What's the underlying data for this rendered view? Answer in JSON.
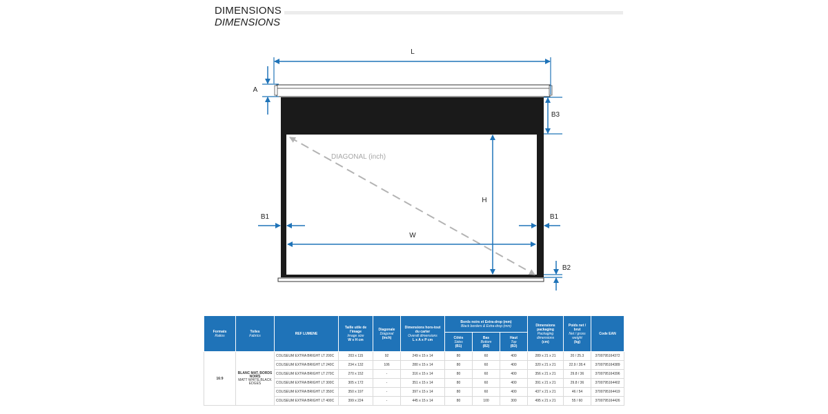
{
  "header": {
    "title": "DIMENSIONS",
    "subtitle": "DIMENSIONS"
  },
  "diagram": {
    "labels": {
      "L": "L",
      "A": "A",
      "B3": "B3",
      "diagonal": "DIAGONAL (inch)",
      "H": "H",
      "B1_left": "B1",
      "B1_right": "B1",
      "W": "W",
      "B2": "B2"
    },
    "colors": {
      "arrow": "#1f73b8",
      "housing": "#1a1a1a",
      "diagonal": "#b3b3b3"
    }
  },
  "table": {
    "headers": {
      "formats": {
        "fr": "Formats",
        "en": "Ratios"
      },
      "fabrics": {
        "fr": "Toiles",
        "en": "Fabrics"
      },
      "ref": {
        "fr": "REF LUMENE",
        "en": ""
      },
      "image_size": {
        "fr": "Taille utile de l'image",
        "en": "Image size",
        "unit": "W x H cm"
      },
      "diagonal": {
        "fr": "Diagonale",
        "en": "Diagonal",
        "unit": "(inch)"
      },
      "overall": {
        "fr": "Dimensions hors-tout du carter",
        "en": "Overall dimensions",
        "unit": "L x A x P cm"
      },
      "borders": {
        "fr": "Bords noirs et Extra-drop (mm)",
        "en": "Black borders & Extra-drop (mm)"
      },
      "sides": {
        "fr": "Côtés",
        "en": "Sides",
        "unit": "(B1)"
      },
      "bottom": {
        "fr": "Bas",
        "en": "Bottom",
        "unit": "(B2)"
      },
      "top": {
        "fr": "Haut",
        "en": "Top",
        "unit": "(B3)"
      },
      "packaging": {
        "fr": "Dimensions packaging",
        "en": "Packaging dimensions",
        "unit": "(cm)"
      },
      "weight": {
        "fr": "Poids net / brut",
        "en": "Net / gross weight",
        "unit": "(kg)"
      },
      "ean": {
        "fr": "Code EAN",
        "en": ""
      }
    },
    "format": "16:9",
    "fabric": {
      "fr": "BLANC MAT, BORDS NOIRS",
      "en": "MATT WHITE,BLACK EDGES"
    },
    "rows": [
      {
        "ref": "COLISEUM EXTRA BRIGHT LT 200C",
        "image_size": "203 x 115",
        "diagonal": "92",
        "overall": "249 x 15 x 14",
        "b1": "80",
        "b2": "60",
        "b3": "400",
        "packaging": "289 x 21 x 21",
        "weight": "20 / 25.3",
        "ean": "3700795164372"
      },
      {
        "ref": "COLISEUM EXTRA BRIGHT LT 240C",
        "image_size": "234 x 132",
        "diagonal": "106",
        "overall": "280 x 15 x 14",
        "b1": "80",
        "b2": "60",
        "b3": "400",
        "packaging": "320 x 21 x 21",
        "weight": "22.9 / 28.4",
        "ean": "3700795164389"
      },
      {
        "ref": "COLISEUM EXTRA BRIGHT LT 270C",
        "image_size": "270 x 152",
        "diagonal": "-",
        "overall": "316 x 15 x 14",
        "b1": "80",
        "b2": "60",
        "b3": "400",
        "packaging": "356 x 21 x 21",
        "weight": "29.8 / 36",
        "ean": "3700795164396"
      },
      {
        "ref": "COLISEUM EXTRA BRIGHT LT 300C",
        "image_size": "305 x 172",
        "diagonal": "-",
        "overall": "351 x 15 x 14",
        "b1": "80",
        "b2": "60",
        "b3": "400",
        "packaging": "391 x 21 x 21",
        "weight": "29.8 / 36",
        "ean": "3700795164402"
      },
      {
        "ref": "COLISEUM EXTRA BRIGHT LT 350C",
        "image_size": "350 x 197",
        "diagonal": "-",
        "overall": "397 x 15 x 14",
        "b1": "80",
        "b2": "60",
        "b3": "400",
        "packaging": "437 x 21 x 21",
        "weight": "46 / 54",
        "ean": "3700795164419"
      },
      {
        "ref": "COLISEUM EXTRA BRIGHT LT 400C",
        "image_size": "399 x 224",
        "diagonal": "-",
        "overall": "445 x 15 x 14",
        "b1": "80",
        "b2": "100",
        "b3": "300",
        "packaging": "495 x 21 x 21",
        "weight": "55 / 60",
        "ean": "3700795164426"
      }
    ]
  }
}
